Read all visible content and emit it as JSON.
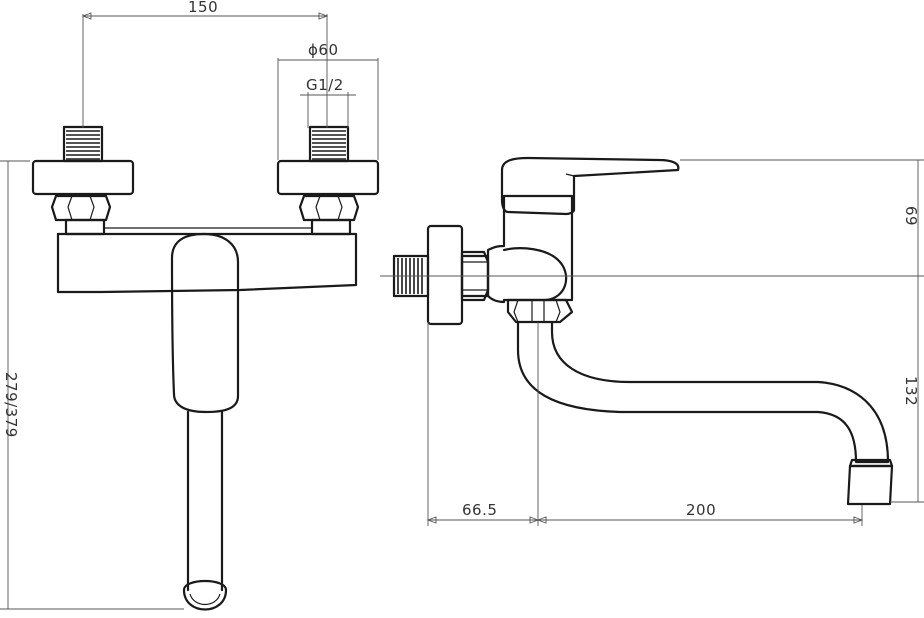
{
  "dimensions": {
    "width_150": "150",
    "diameter_60": "ϕ60",
    "thread_g12": "G1/2",
    "height_279_379": "279/379",
    "height_69": "69",
    "height_132": "132",
    "length_66_5": "66.5",
    "length_200": "200"
  }
}
